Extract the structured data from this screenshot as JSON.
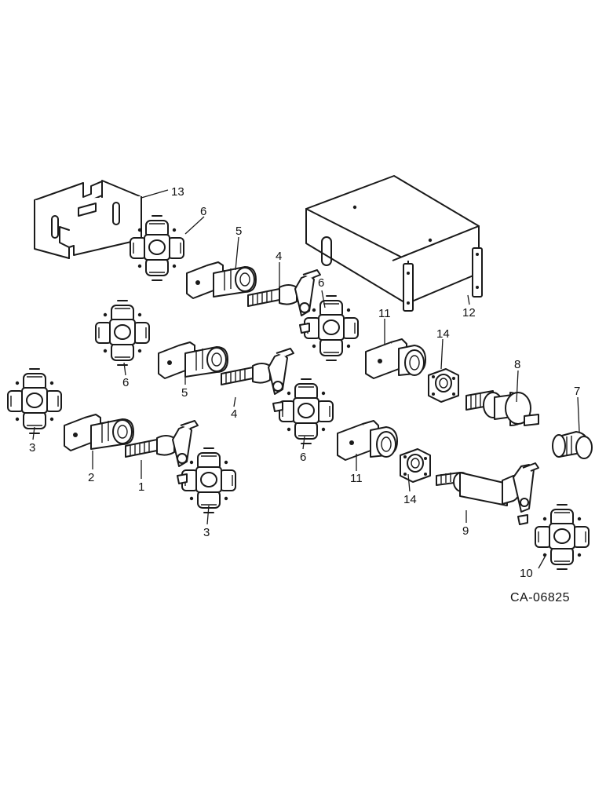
{
  "diagram": {
    "reference_code": "CA-06825",
    "callouts": {
      "c1": "1",
      "c2": "2",
      "c3a": "3",
      "c3b": "3",
      "c4a": "4",
      "c4b": "4",
      "c5a": "5",
      "c5b": "5",
      "c6a": "6",
      "c6b": "6",
      "c6c": "6",
      "c6d": "6",
      "c7": "7",
      "c8": "8",
      "c9": "9",
      "c10": "10",
      "c11a": "11",
      "c11b": "11",
      "c12": "12",
      "c13": "13",
      "c14a": "14",
      "c14b": "14"
    }
  }
}
